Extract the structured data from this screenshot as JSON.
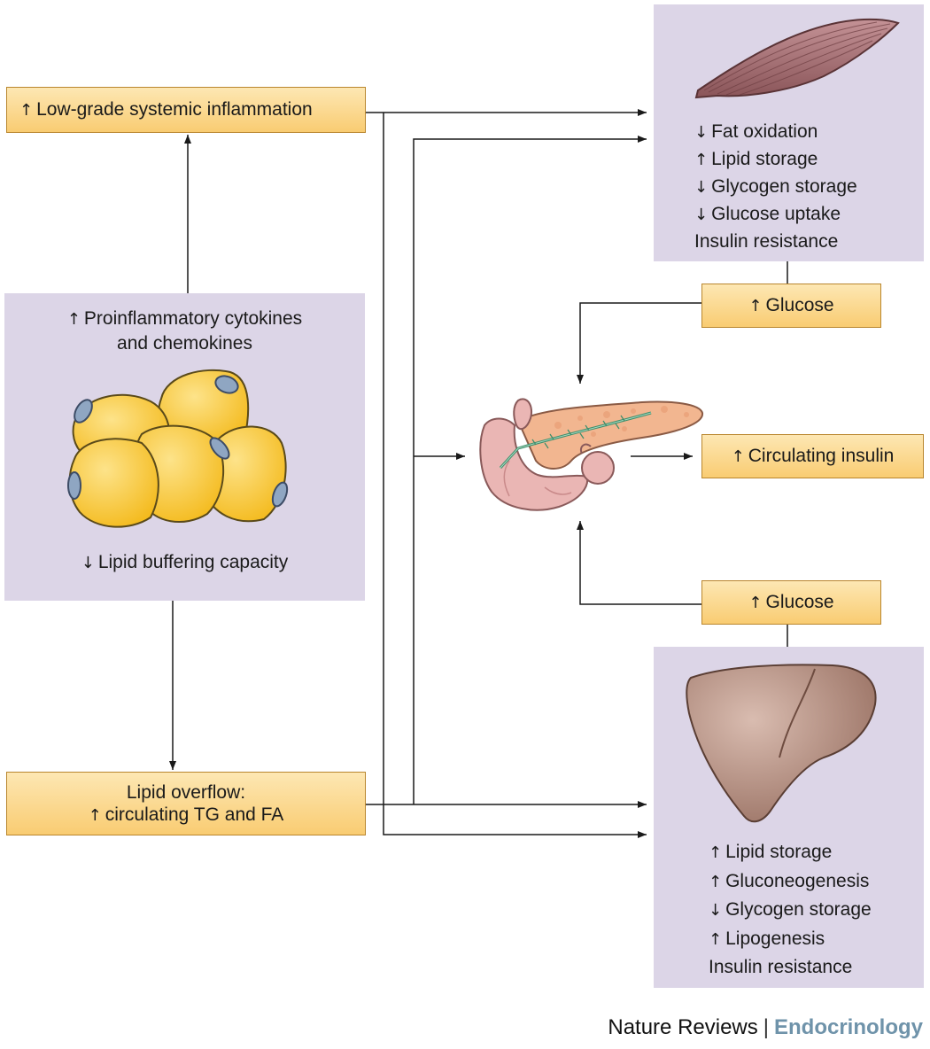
{
  "inflammation_box": {
    "arrow": "↑",
    "label": "Low-grade systemic inflammation"
  },
  "adipose_panel": {
    "cytokines": {
      "arrow": "↑",
      "line1": "Proinflammatory cytokines",
      "line2": "and chemokines"
    },
    "buffering": {
      "arrow": "↓",
      "label": "Lipid buffering capacity"
    }
  },
  "lipid_overflow_box": {
    "line1": "Lipid overflow:",
    "arrow": "↑",
    "line2": "circulating TG and FA"
  },
  "muscle_panel": {
    "effects": [
      {
        "arrow": "↓",
        "label": "Fat oxidation"
      },
      {
        "arrow": "↑",
        "label": "Lipid storage"
      },
      {
        "arrow": "↓",
        "label": "Glycogen storage"
      },
      {
        "arrow": "↓",
        "label": "Glucose uptake"
      },
      {
        "arrow": "",
        "label": "Insulin resistance"
      }
    ]
  },
  "glucose_box_top": {
    "arrow": "↑",
    "label": "Glucose"
  },
  "glucose_box_bottom": {
    "arrow": "↑",
    "label": "Glucose"
  },
  "insulin_box": {
    "arrow": "↑",
    "label": "Circulating insulin"
  },
  "liver_panel": {
    "effects": [
      {
        "arrow": "↑",
        "label": "Lipid storage"
      },
      {
        "arrow": "↑",
        "label": "Gluconeogenesis"
      },
      {
        "arrow": "↓",
        "label": "Glycogen storage"
      },
      {
        "arrow": "↑",
        "label": "Lipogenesis"
      },
      {
        "arrow": "",
        "label": "Insulin resistance"
      }
    ]
  },
  "footer": {
    "publisher": "Nature Reviews",
    "separator": "|",
    "journal": "Endocrinology"
  },
  "colors": {
    "panel": "#dcd5e7",
    "box": "#f9cc72",
    "adipocyte": "#f8c72e",
    "nucleus": "#8fa6c2",
    "muscle": "#a46a6e",
    "liver": "#a88273",
    "journal": "#6f93aa"
  }
}
